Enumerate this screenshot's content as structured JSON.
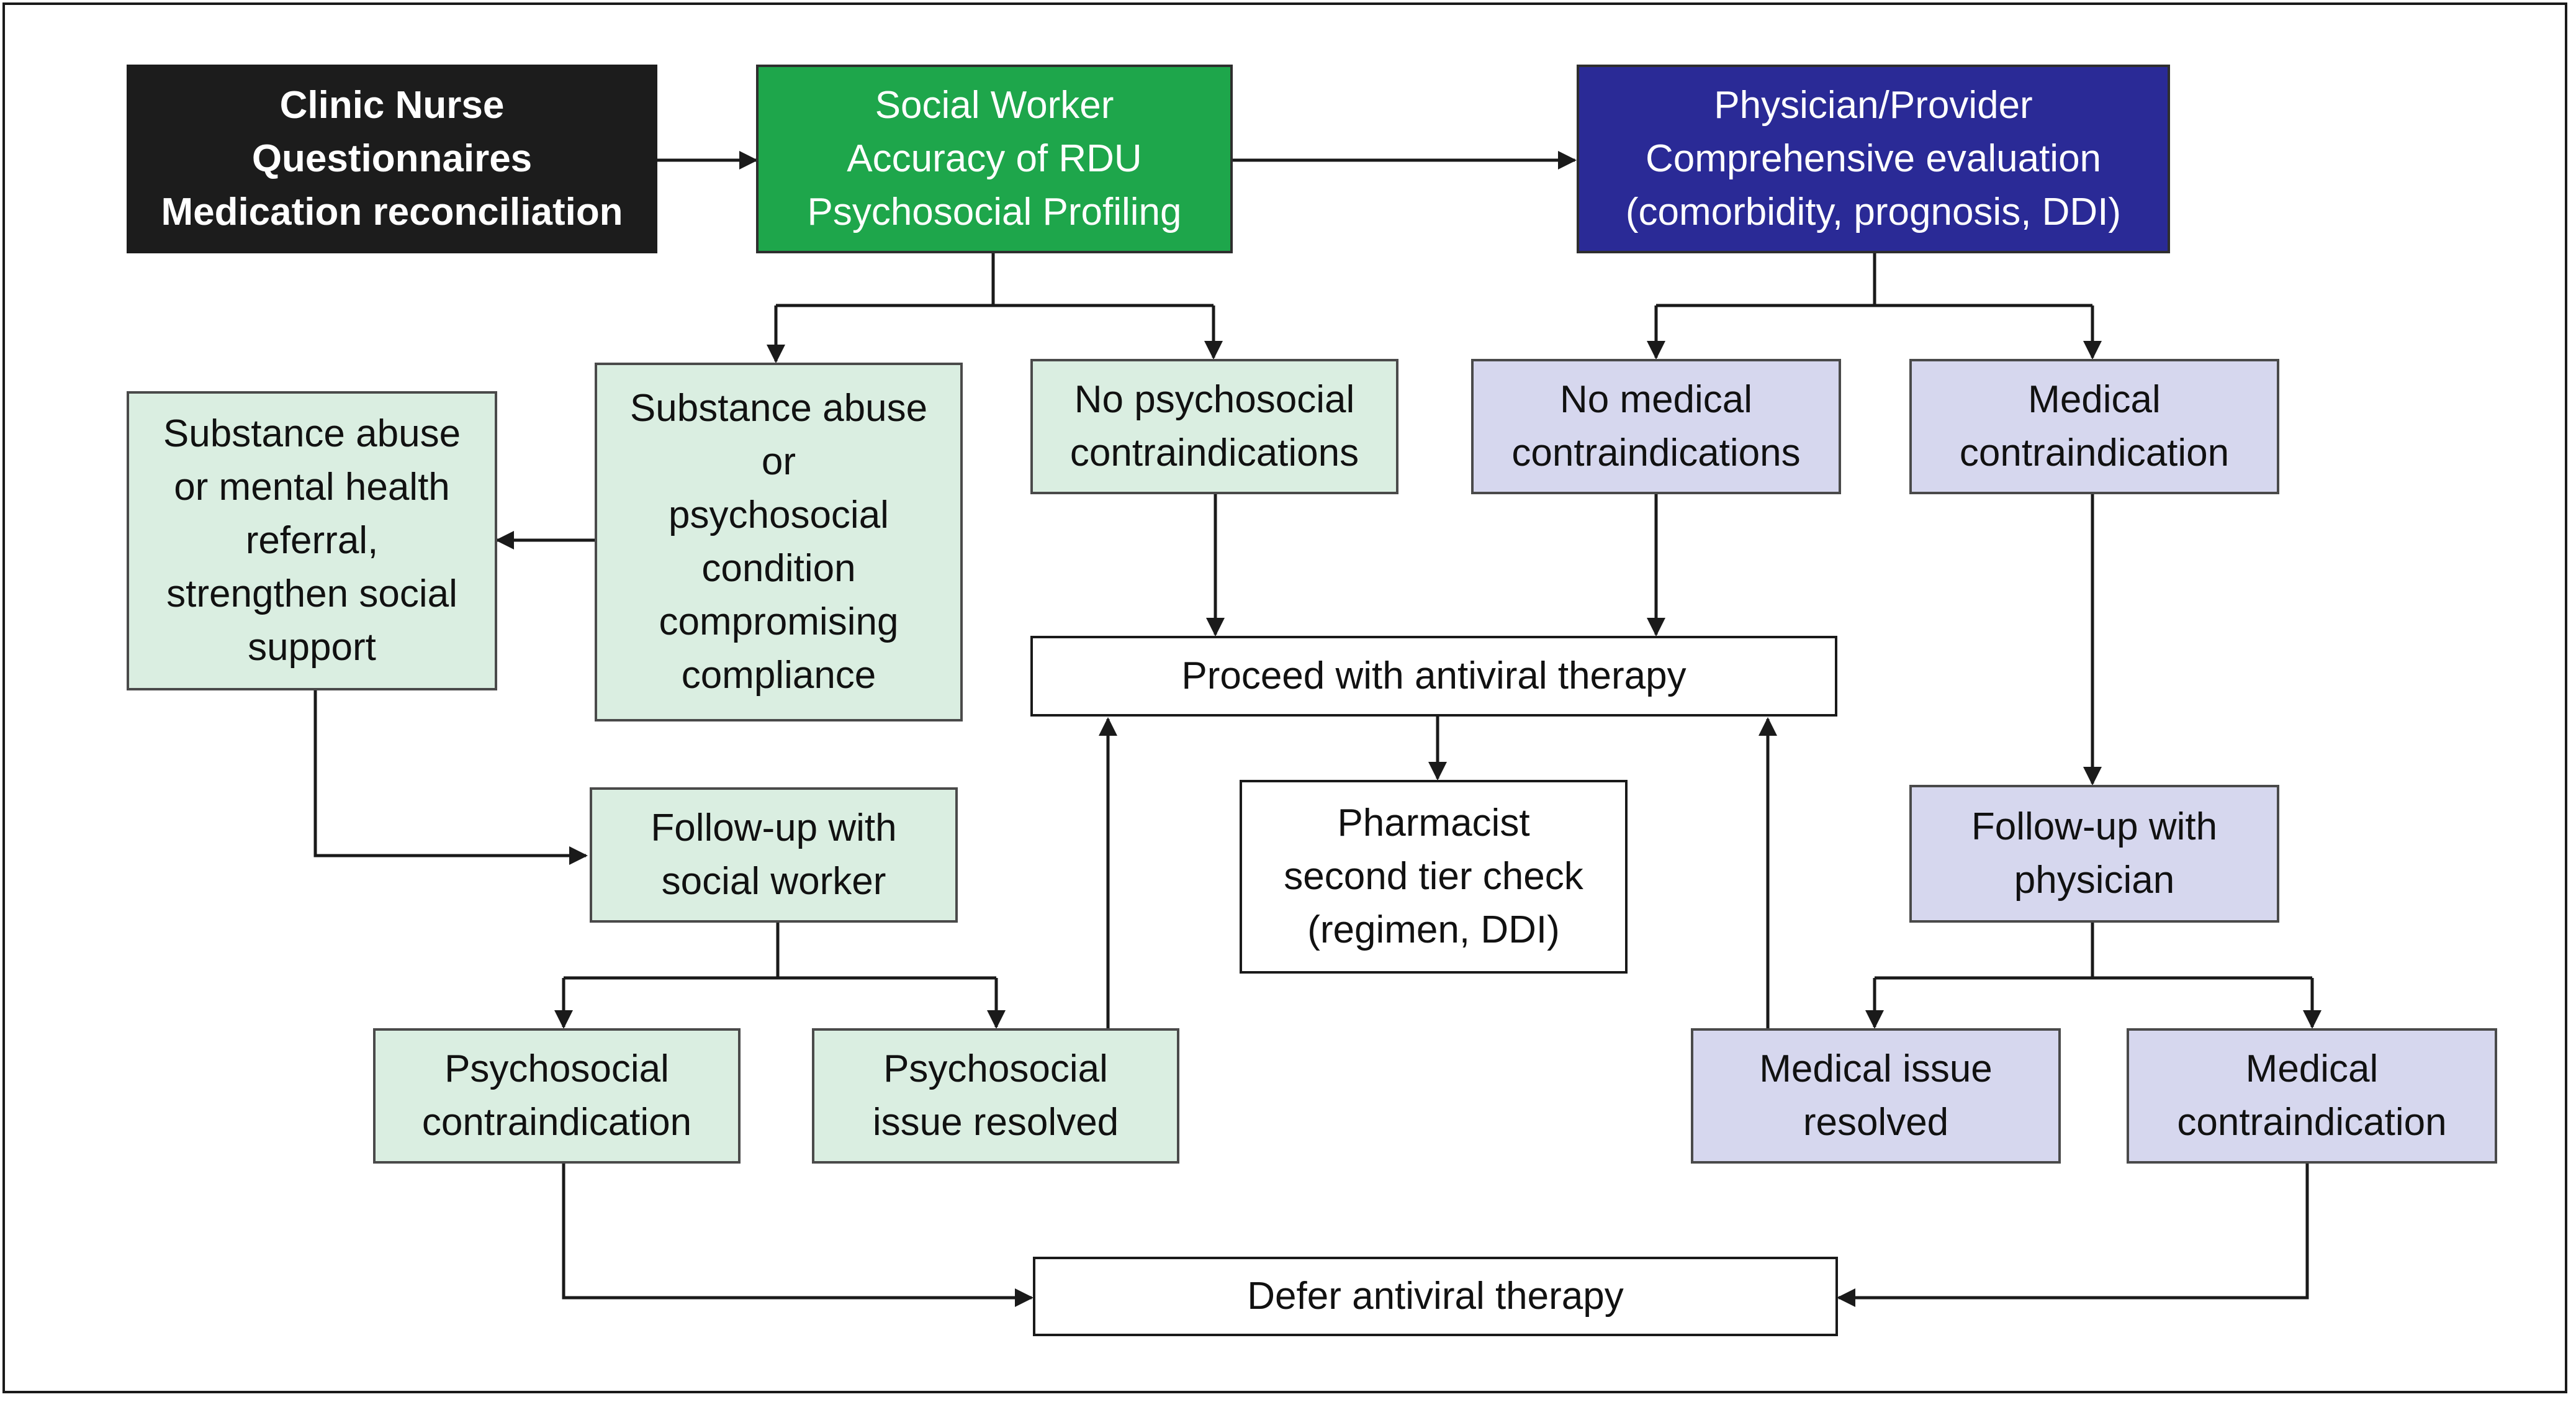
{
  "colors": {
    "black_box": "#1c1c1c",
    "green_box": "#1ea64b",
    "blue_box": "#2a2a96",
    "light_green_box": "#daeee1",
    "light_blue_box": "#d6d7ee",
    "connector": "#1a1a1a"
  },
  "nodes": {
    "clinic_nurse": "Clinic    Nurse\nQuestionnaires\nMedication reconciliation",
    "social_worker": "Social Worker\nAccuracy of RDU\nPsychosocial Profiling",
    "physician": "Physician/Provider\nComprehensive evaluation\n(comorbidity, prognosis, DDI)",
    "substance_referral": "Substance abuse\nor mental health\nreferral,\nstrengthen social\nsupport",
    "substance_condition": "Substance abuse\nor\npsychosocial\ncondition\ncompromising\ncompliance",
    "no_psychosocial": "No psychosocial\ncontraindications",
    "no_medical": "No medical\ncontraindications",
    "medical_contraindication_top": "Medical\ncontraindication",
    "proceed": "Proceed with antiviral therapy",
    "pharmacist": "Pharmacist\nsecond tier check\n(regimen, DDI)",
    "followup_social": "Follow-up with\nsocial worker",
    "followup_physician": "Follow-up with\nphysician",
    "psychosocial_contraindication": "Psychosocial\ncontraindication",
    "psychosocial_resolved": "Psychosocial\nissue resolved",
    "medical_resolved": "Medical issue\nresolved",
    "medical_contraindication_bottom": "Medical\ncontraindication",
    "defer": "Defer antiviral therapy"
  }
}
